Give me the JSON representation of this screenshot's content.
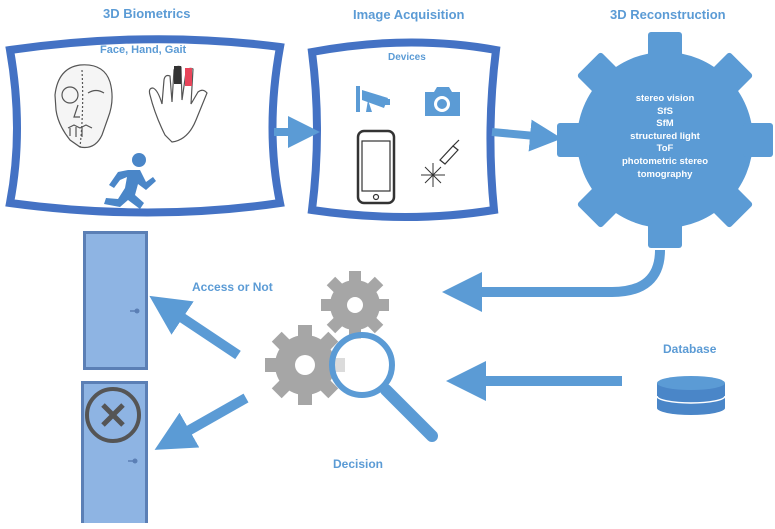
{
  "labels": {
    "biometrics_title": "3D Biometrics",
    "biometrics_sub": "Face, Hand, Gait",
    "acquisition_title": "Image Acquisition",
    "devices": "Devices",
    "reconstruction_title": "3D Reconstruction",
    "access": "Access or Not",
    "database": "Database",
    "decision": "Decision"
  },
  "reconstruction_methods": [
    "stereo vision",
    "SfS",
    "SfM",
    "structured light",
    "ToF",
    "photometric stereo",
    "tomography"
  ],
  "colors": {
    "accent": "#5b9bd5",
    "frame": "#4472c4",
    "gear": "#a6a6a6",
    "door": "#8eb4e3",
    "door_edge": "#5b7fb5"
  },
  "icons": [
    "face-skull-icon",
    "hand-icon",
    "running-person-icon",
    "security-camera-icon",
    "camera-icon",
    "smartphone-icon",
    "laser-icon",
    "database-icon",
    "gears-icon",
    "magnifier-icon",
    "door-icon",
    "denied-x-icon"
  ]
}
